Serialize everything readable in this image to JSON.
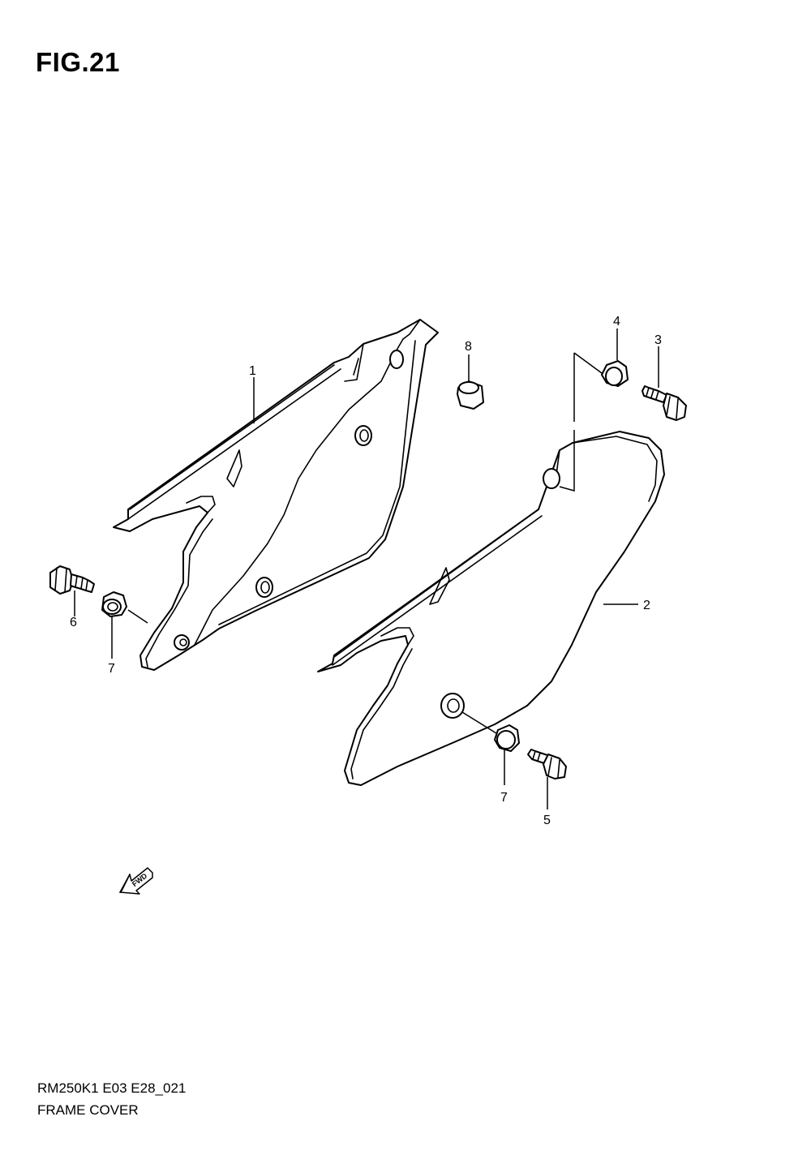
{
  "figure": {
    "title": "FIG.21"
  },
  "footer": {
    "model_code": "RM250K1 E03 E28_021",
    "name": "FRAME COVER"
  },
  "callouts": {
    "c1": "1",
    "c2": "2",
    "c3": "3",
    "c4": "4",
    "c5": "5",
    "c6": "6",
    "c7a": "7",
    "c7b": "7",
    "c8": "8"
  },
  "fwd_label": "FWD"
}
